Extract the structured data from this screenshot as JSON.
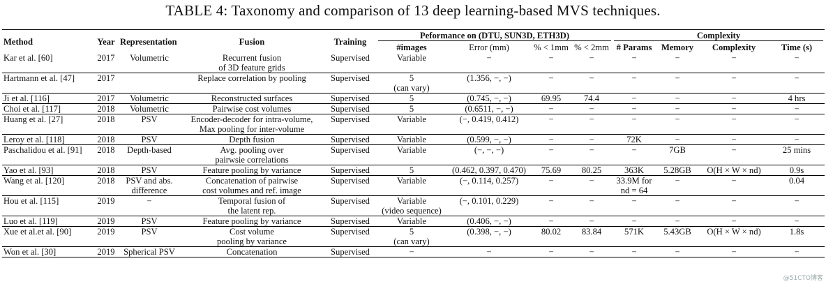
{
  "caption": "TABLE 4:  Taxonomy and comparison of 13 deep learning-based MVS techniques.",
  "headers": {
    "method": "Method",
    "year": "Year",
    "representation": "Representation",
    "fusion": "Fusion",
    "training": "Training",
    "performance_group": "Peformance on (DTU, SUN3D, ETH3D)",
    "images": "#images",
    "error": "Error (mm)",
    "pct1": "% < 1mm",
    "pct2": "% < 2mm",
    "complexity_group": "Complexity",
    "params": "# Params",
    "memory": "Memory",
    "complexity": "Complexity",
    "time": "Time (s)"
  },
  "rows": [
    {
      "method": "Kar et al. [60]",
      "year": "2017",
      "rep": "Volumetric",
      "fusion": "Recurrent fusion\nof 3D feature grids",
      "training": "Supervised",
      "images": "Variable",
      "error": "−",
      "pct1": "−",
      "pct2": "−",
      "params": "−",
      "memory": "−",
      "complexity": "−",
      "time": "−"
    },
    {
      "method": "Hartmann et al. [47]",
      "year": "2017",
      "rep": "",
      "fusion": "Replace correlation by pooling",
      "training": "Supervised",
      "images": "5\n(can vary)",
      "error": "(1.356, −, −)",
      "pct1": "−",
      "pct2": "−",
      "params": "−",
      "memory": "−",
      "complexity": "−",
      "time": "−"
    },
    {
      "method": "Ji et al. [116]",
      "year": "2017",
      "rep": "Volumetric",
      "fusion": "Reconstructed surfaces",
      "training": "Supervised",
      "images": "5",
      "error": "(0.745, −, −)",
      "pct1": "69.95",
      "pct2": "74.4",
      "params": "−",
      "memory": "−",
      "complexity": "−",
      "time": "4 hrs"
    },
    {
      "method": "Choi et al. [117]",
      "year": "2018",
      "rep": "Volumetric",
      "fusion": "Pairwise cost volumes",
      "training": "Supervised",
      "images": "5",
      "error": "(0.6511, −, −)",
      "pct1": "−",
      "pct2": "−",
      "params": "−",
      "memory": "−",
      "complexity": "−",
      "time": "−"
    },
    {
      "method": "Huang et al. [27]",
      "year": "2018",
      "rep": "PSV",
      "fusion": "Encoder-decoder for intra-volume,\nMax pooling for inter-volume",
      "training": "Supervised",
      "images": "Variable",
      "error": "(−, 0.419, 0.412)",
      "pct1": "−",
      "pct2": "−",
      "params": "−",
      "memory": "−",
      "complexity": "−",
      "time": "−"
    },
    {
      "method": "Leroy et al. [118]",
      "year": "2018",
      "rep": "PSV",
      "fusion": "Depth fusion",
      "training": "Supervised",
      "images": "Variable",
      "error": "(0.599, −, −)",
      "pct1": "−",
      "pct2": "−",
      "params": "72K",
      "memory": "−",
      "complexity": "−",
      "time": "−"
    },
    {
      "method": "Paschalidou et al. [91]",
      "year": "2018",
      "rep": "Depth-based",
      "fusion": "Avg. pooling over\npairwsie correlations",
      "training": "Supervised",
      "images": "Variable",
      "error": "(−, −, −)",
      "pct1": "−",
      "pct2": "−",
      "params": "−",
      "memory": "7GB",
      "complexity": "−",
      "time": "25 mins"
    },
    {
      "method": "Yao et al. [93]",
      "year": "2018",
      "rep": "PSV",
      "fusion": "Feature pooling by variance",
      "training": "Supervised",
      "images": "5",
      "error": "(0.462, 0.397, 0.470)",
      "pct1": "75.69",
      "pct2": "80.25",
      "params": "363K",
      "memory": "5.28GB",
      "complexity": "O(H × W × nd)",
      "time": "0.9s"
    },
    {
      "method": "Wang et al. [120]",
      "year": "2018",
      "rep": "PSV and abs.\ndifference",
      "fusion": "Concatenation of pairwise\ncost volumes and ref. image",
      "training": "Supervised",
      "images": "Variable",
      "error": "(−, 0.114, 0.257)",
      "pct1": "−",
      "pct2": "−",
      "params": "33.9M for\nnd = 64",
      "memory": "−",
      "complexity": "−",
      "time": "0.04"
    },
    {
      "method": "Hou et al. [115]",
      "year": "2019",
      "rep": "−",
      "fusion": "Temporal fusion of\nthe latent rep.",
      "training": "Supervised",
      "images": "Variable\n(video sequence)",
      "error": "(−, 0.101, 0.229)",
      "pct1": "−",
      "pct2": "−",
      "params": "−",
      "memory": "−",
      "complexity": "−",
      "time": "−"
    },
    {
      "method": "Luo et al. [119]",
      "year": "2019",
      "rep": "PSV",
      "fusion": "Feature pooling by variance",
      "training": "Supervised",
      "images": "Variable",
      "error": "(0.406, −, −)",
      "pct1": "−",
      "pct2": "−",
      "params": "−",
      "memory": "−",
      "complexity": "−",
      "time": "−"
    },
    {
      "method": "Xue et al.et al. [90]",
      "year": "2019",
      "rep": "PSV",
      "fusion": "Cost volume\npooling by variance",
      "training": "Supervised",
      "images": "5\n(can vary)",
      "error": "(0.398, −, −)",
      "pct1": "80.02",
      "pct2": "83.84",
      "params": "571K",
      "memory": "5.43GB",
      "complexity": "O(H × W × nd)",
      "time": "1.8s"
    },
    {
      "method": "Won et al. [30]",
      "year": "2019",
      "rep": "Spherical PSV",
      "fusion": "Concatenation",
      "training": "Supervised",
      "images": "−",
      "error": "−",
      "pct1": "−",
      "pct2": "−",
      "params": "−",
      "memory": "−",
      "complexity": "−",
      "time": "−"
    }
  ],
  "watermark": "@51CTO博客"
}
